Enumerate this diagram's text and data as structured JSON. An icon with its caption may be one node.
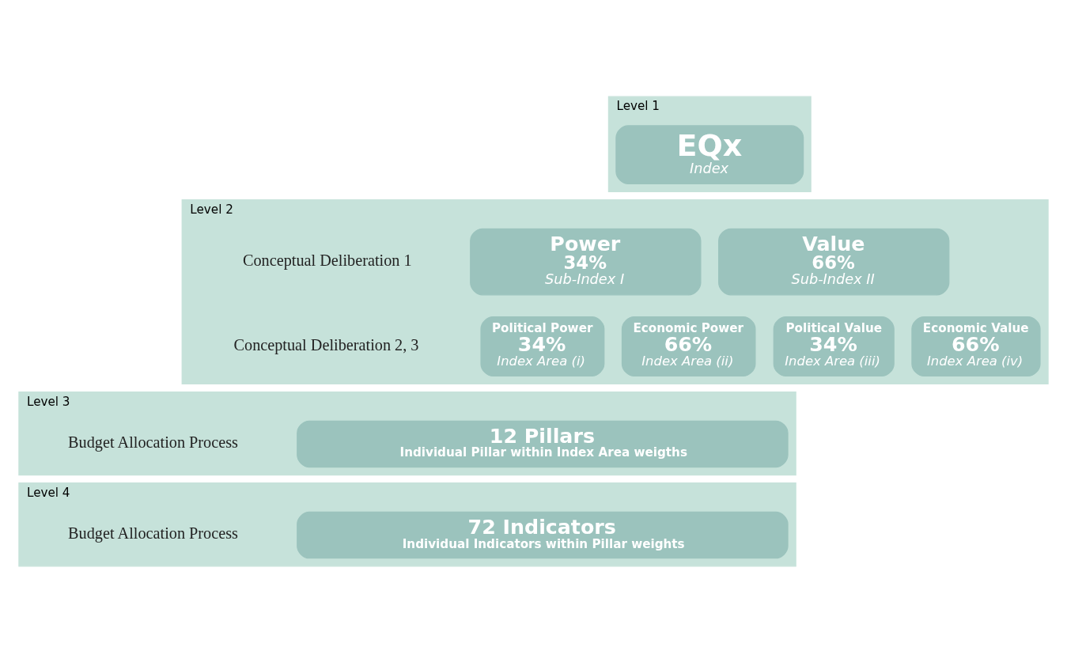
{
  "diagram": {
    "nodes": [
      {
        "text": [
          "Level 1"
        ]
      },
      {
        "text": [
          "EQx",
          "Index"
        ],
        "in": 0
      },
      {
        "text": [
          "Level 2",
          "Conceptual Deliberation 1",
          "Conceptual Deliberation 2, 3"
        ]
      },
      {
        "text": [
          "Power",
          "34%",
          "Sub-Index I"
        ],
        "in": 2
      },
      {
        "text": [
          "Value",
          "66%",
          "Sub-Index II"
        ],
        "in": 2
      },
      {
        "text": [
          "Political Power",
          "34%",
          "Index Area (i)"
        ],
        "in": 2
      },
      {
        "text": [
          "Economic Power",
          "66%",
          "Index Area (ii)"
        ],
        "in": 2
      },
      {
        "text": [
          "Political Value",
          "34%",
          "Index Area (iii)"
        ],
        "in": 2
      },
      {
        "text": [
          "Economic Value",
          "66%",
          "Index Area (iv)"
        ],
        "in": 2
      },
      {
        "text": [
          "Level 3",
          "Budget Allocation Process"
        ]
      },
      {
        "text": [
          "12 Pillars",
          "Individual Pillar within Index Area weigths"
        ],
        "in": 9
      },
      {
        "text": [
          "Level 4",
          "Budget Allocation Process"
        ]
      },
      {
        "text": [
          "72 Indicators",
          "Individual Indicators within Pillar weights"
        ],
        "in": 11
      }
    ]
  }
}
